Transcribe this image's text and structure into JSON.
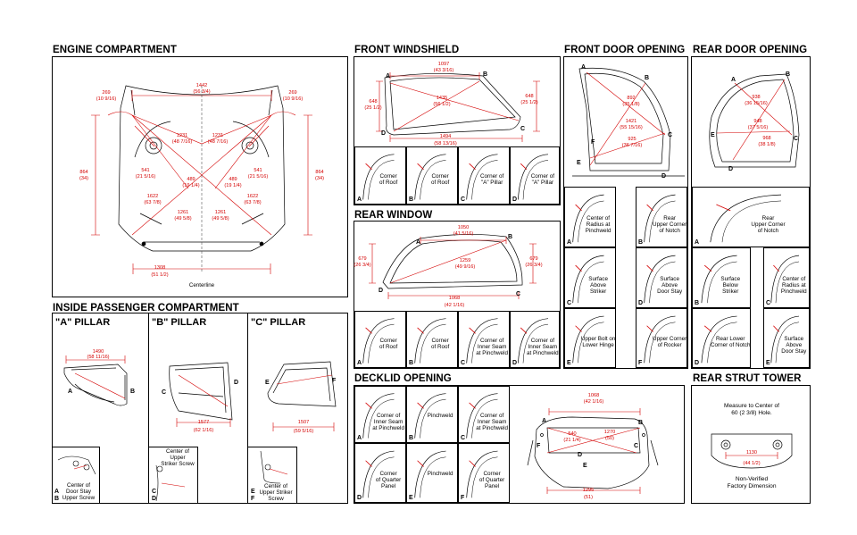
{
  "sections": {
    "engine": "ENGINE COMPARTMENT",
    "inside": "INSIDE PASSENGER COMPARTMENT",
    "front_windshield": "FRONT WINDSHIELD",
    "rear_window": "REAR WINDOW",
    "decklid": "DECKLID OPENING",
    "front_door": "FRONT DOOR OPENING",
    "rear_door": "REAR DOOR OPENING",
    "strut": "REAR STRUT TOWER"
  },
  "pillars": {
    "a": "\"A\" PILLAR",
    "b": "\"B\" PILLAR",
    "c": "\"C\" PILLAR"
  },
  "engine": {
    "d_top": "1442",
    "d_top_in": "(56 3/4)",
    "d_tl": "269",
    "d_tl_in": "(10 9/16)",
    "d_tr": "269",
    "d_tr_in": "(10 9/16)",
    "d_cl": "1231",
    "d_cl_in": "(48 7/16)",
    "d_cr": "1231",
    "d_cr_in": "(48 7/16)",
    "d_left": "864",
    "d_left_in": "(34)",
    "d_right": "864",
    "d_right_in": "(34)",
    "d_541l": "541",
    "d_541l_in": "(21 5/16)",
    "d_541r": "541",
    "d_541r_in": "(21 5/16)",
    "d_489l": "489",
    "d_489l_in": "(19 1/4)",
    "d_489r": "489",
    "d_489r_in": "(19 1/4)",
    "d_1622l": "1622",
    "d_1622l_in": "(63 7/8)",
    "d_1622r": "1622",
    "d_1622r_in": "(63 7/8)",
    "d_1261l": "1261",
    "d_1261l_in": "(49 5/8)",
    "d_1261r": "1261",
    "d_1261r_in": "(49 5/8)",
    "d_bottom": "1308",
    "d_bottom_in": "(51 1/2)",
    "centerline": "Centerline"
  },
  "a_pillar": {
    "dim": "1490",
    "dim_in": "(58 11/16)",
    "A": "A",
    "B": "B",
    "cap": "Center of\nDoor Stay\nUpper Screw",
    "capA": "A",
    "capB": "B"
  },
  "b_pillar": {
    "dim": "1577",
    "dim_in": "(62 1/16)",
    "C": "C",
    "D": "D",
    "cap": "Center of\nUpper\nStriker Screw",
    "capC": "C",
    "capD": "D"
  },
  "c_pillar": {
    "dim": "1507",
    "dim_in": "(59 5/16)",
    "E": "E",
    "F": "F",
    "cap": "Center of\nUpper Striker\nScrew",
    "capE": "E",
    "capF": "F"
  },
  "windshield": {
    "d_top": "1097",
    "d_top_in": "(43 3/16)",
    "d_left": "648",
    "d_left_in": "(25 1/2)",
    "d_right": "648",
    "d_right_in": "(25 1/2)",
    "d_diag": "1435",
    "d_diag_in": "(56 1/2)",
    "d_bottom": "1494",
    "d_bottom_in": "(58 13/16)",
    "A": "A",
    "B": "B",
    "C": "C",
    "D": "D",
    "details": [
      {
        "letter": "A",
        "text": "Corner\nof Roof"
      },
      {
        "letter": "B",
        "text": "Corner\nof Roof"
      },
      {
        "letter": "C",
        "text": "Corner of\n\"A\" Pillar"
      },
      {
        "letter": "D",
        "text": "Corner of\n\"A\" Pillar"
      }
    ]
  },
  "rear_window": {
    "d_top": "1050",
    "d_top_in": "(41 5/16)",
    "d_left": "679",
    "d_left_in": "(26 3/4)",
    "d_right": "679",
    "d_right_in": "(26 3/4)",
    "d_diag": "1259",
    "d_diag_in": "(49 9/16)",
    "d_bottom": "1068",
    "d_bottom_in": "(42 1/16)",
    "A": "A",
    "B": "B",
    "C": "C",
    "D": "D",
    "details": [
      {
        "letter": "A",
        "text": "Corner\nof Roof"
      },
      {
        "letter": "B",
        "text": "Corner\nof Roof"
      },
      {
        "letter": "C",
        "text": "Corner of\nInner Seam\nat Pinchweld"
      },
      {
        "letter": "D",
        "text": "Corner of\nInner Seam\nat Pinchweld"
      }
    ]
  },
  "decklid": {
    "d_top": "1068",
    "d_top_in": "(42 1/16)",
    "d_540": "540",
    "d_540_in": "(21 1/4)",
    "d_1270": "1270",
    "d_1270_in": "(50)",
    "d_bottom": "1295",
    "d_bottom_in": "(51)",
    "A": "A",
    "B": "B",
    "C": "C",
    "D": "D",
    "E": "E",
    "F": "F",
    "details": [
      {
        "letter": "A",
        "text": "Corner of\nInner Seam\nat Pinchweld"
      },
      {
        "letter": "B",
        "text": "Pinchweld"
      },
      {
        "letter": "C",
        "text": "Corner of\nInner Seam\nat Pinchweld"
      },
      {
        "letter": "D",
        "text": "Corner\nof Quarter\nPanel"
      },
      {
        "letter": "E",
        "text": "Pinchweld"
      },
      {
        "letter": "F",
        "text": "Corner\nof Quarter\nPanel"
      }
    ]
  },
  "front_door": {
    "d_892": "892",
    "d_892_in": "(35 1/8)",
    "d_1421": "1421",
    "d_1421_in": "(55 15/16)",
    "d_925": "925",
    "d_925_in": "(36 7/16)",
    "A": "A",
    "B": "B",
    "C": "C",
    "D": "D",
    "E": "E",
    "F": "F",
    "details": [
      {
        "letter": "A",
        "text": "Center of\nRadius at\nPinchweld"
      },
      {
        "letter": "B",
        "text": "Rear\nUpper Corner\nof Notch"
      },
      {
        "letter": "C",
        "text": "Surface\nAbove\nStriker"
      },
      {
        "letter": "D",
        "text": "Surface\nAbove\nDoor Stay"
      },
      {
        "letter": "E",
        "text": "Upper Bolt on\nLower Hinge"
      },
      {
        "letter": "F",
        "text": "Upper Corner\nof Rocker"
      }
    ]
  },
  "rear_door": {
    "d_938": "938",
    "d_938_in": "(36 15/16)",
    "d_948": "948",
    "d_948_in": "(37 5/16)",
    "d_968": "968",
    "d_968_in": "(38 1/8)",
    "A": "A",
    "B": "B",
    "C": "C",
    "D": "D",
    "E": "E",
    "details": [
      {
        "letter": "A",
        "text": "Rear\nUpper Corner\nof Notch"
      },
      {
        "letter": "B",
        "text": "Surface\nBelow\nStriker"
      },
      {
        "letter": "C",
        "text": "Center of\nRadius at\nPinchweld"
      },
      {
        "letter": "D",
        "text": "Rear Lower\nCorner of Notch"
      },
      {
        "letter": "E",
        "text": "Surface\nAbove\nDoor Stay"
      }
    ]
  },
  "strut": {
    "note": "Measure to Center of\n60 (2 3/8) Hole.",
    "dim": "1130",
    "dim_in": "(44 1/2)",
    "footer": "Non-Verified\nFactory Dimension"
  }
}
